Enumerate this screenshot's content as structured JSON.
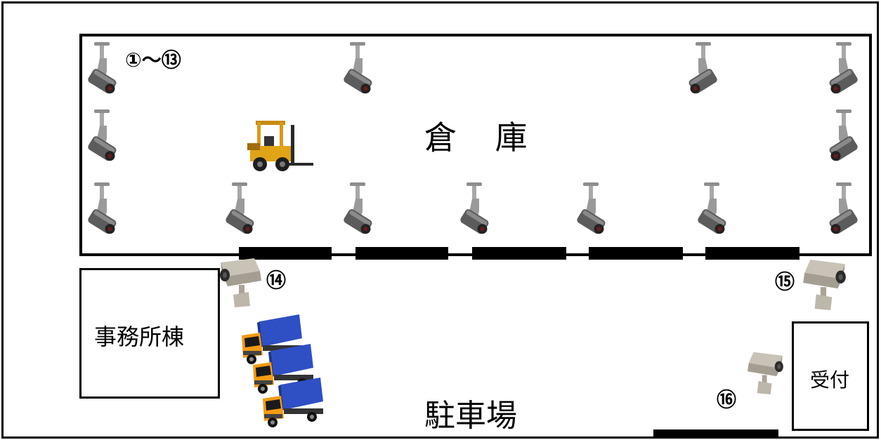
{
  "areas": {
    "warehouse": "倉 庫",
    "parking": "駐車場",
    "office": "事務所棟",
    "reception": "受付"
  },
  "camera_labels": {
    "range": "①～⑬",
    "cam14": "⑭",
    "cam15": "⑮",
    "cam16": "⑯"
  },
  "colors": {
    "camera_body": "#5c5c5c",
    "camera_mount": "#9a9a9a",
    "box_camera": "#b8b2a6",
    "forklift": "#e0a417",
    "truck_cab": "#f59b14",
    "truck_box": "#2f4fc4"
  },
  "icons": [
    "dome-camera-icon",
    "box-camera-icon",
    "forklift-icon",
    "truck-icon"
  ]
}
